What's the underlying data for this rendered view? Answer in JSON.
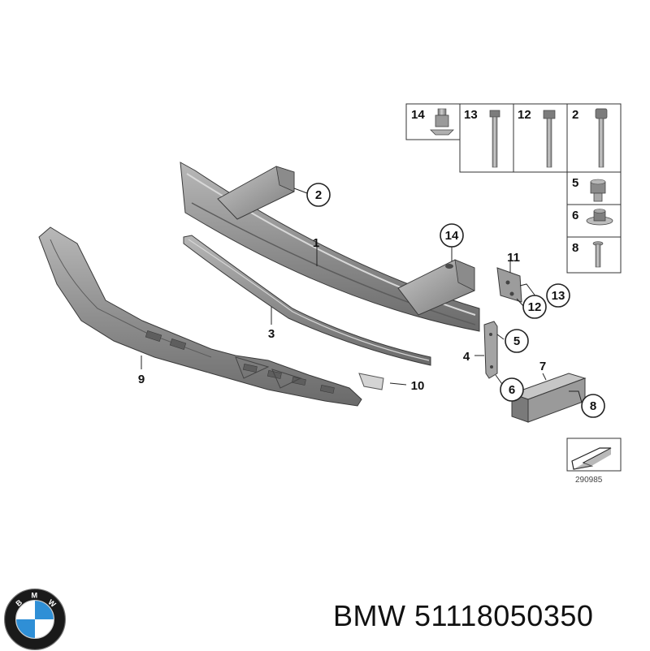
{
  "parts": {
    "p1": "1",
    "p2": "2",
    "p3": "3",
    "p4": "4",
    "p5": "5",
    "p6": "6",
    "p7": "7",
    "p8": "8",
    "p9": "9",
    "p10": "10",
    "p11": "11",
    "p12": "12",
    "p13": "13",
    "p14": "14"
  },
  "hardware_table": {
    "c14": "14",
    "c13": "13",
    "c12": "12",
    "c2": "2",
    "c5": "5",
    "c6": "6",
    "c8": "8"
  },
  "reference_code": "290985",
  "caption": {
    "brand": "BMW",
    "part_number": "51118050350"
  },
  "logo": {
    "letters": [
      "B",
      "M",
      "W"
    ]
  },
  "colors": {
    "part_fill": "#9a9a9a",
    "part_dark": "#6f6f6f",
    "part_light": "#c4c4c4",
    "line": "#222222",
    "logo_blue": "#2f8fd6"
  }
}
